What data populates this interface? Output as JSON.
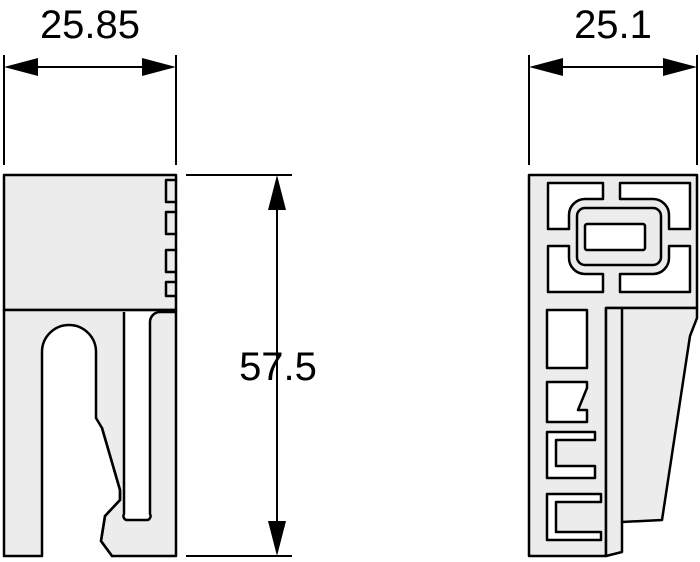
{
  "dimensions": {
    "width_front": "25.85",
    "width_side": "25.1",
    "height": "57.5"
  },
  "colors": {
    "part_fill": "#ececec",
    "outline": "#000000",
    "background": "#ffffff"
  }
}
